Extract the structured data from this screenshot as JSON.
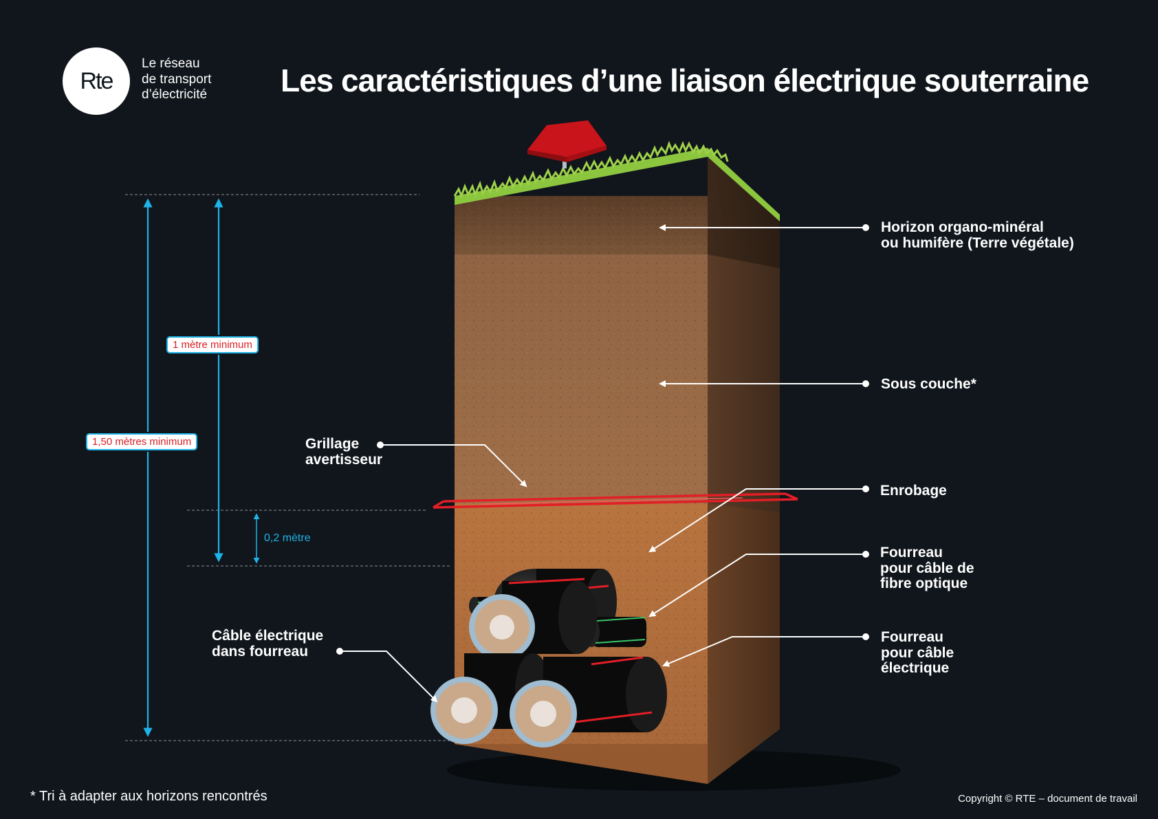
{
  "logo": {
    "text": "Rte",
    "tagline": [
      "Le réseau",
      "de transport",
      "d’électricité"
    ]
  },
  "title": "Les caractéristiques d’une liaison électrique souterraine",
  "labels": {
    "horizon": [
      "Horizon organo-minéral",
      "ou humifère (Terre végétale)"
    ],
    "sous_couche": [
      "Sous couche*"
    ],
    "grillage": [
      "Grillage",
      "avertisseur"
    ],
    "enrobage": [
      "Enrobage"
    ],
    "fourreau_fibre": [
      "Fourreau",
      "pour câble de",
      "fibre optique"
    ],
    "fourreau_cable": [
      "Fourreau",
      "pour câble",
      "électrique"
    ],
    "cable": [
      "Câble électrique",
      "dans fourreau"
    ]
  },
  "dimensions": {
    "one_meter": "1 mètre minimum",
    "one_fifty": "1,50 mètres minimum",
    "zero_two": "0,2 mètre"
  },
  "footnote": "* Tri à adapter aux horizons rencontrés",
  "copyright": "Copyright © RTE – document de travail",
  "colors": {
    "background": "#10161c",
    "dimension_blue": "#1fb3e8",
    "warning_red": "#d81e24",
    "grass": "#8cc63f",
    "topsoil": "#6e4a30",
    "subsoil": "#9a6a45",
    "sand": "#b8743f",
    "pipe": "#0d0d0d"
  }
}
